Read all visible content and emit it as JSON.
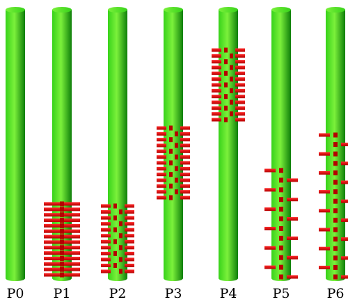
{
  "colors": {
    "tube_light": "#7bf13b",
    "tube_mid": "#37d21a",
    "tube_dark": "#0f7f0a",
    "marker_light": "#ff2a2a",
    "marker_dark": "#b40000",
    "background": "#ffffff"
  },
  "panels": [
    {
      "label": "P0",
      "marker_pattern": "none"
    },
    {
      "label": "P1",
      "marker_pattern": "aligned-ladder"
    },
    {
      "label": "P2",
      "marker_pattern": "staggered-bottom"
    },
    {
      "label": "P3",
      "marker_pattern": "staggered-middle"
    },
    {
      "label": "P4",
      "marker_pattern": "staggered-top"
    },
    {
      "label": "P5",
      "marker_pattern": "sparse-lower"
    },
    {
      "label": "P6",
      "marker_pattern": "sparse-upper"
    }
  ]
}
